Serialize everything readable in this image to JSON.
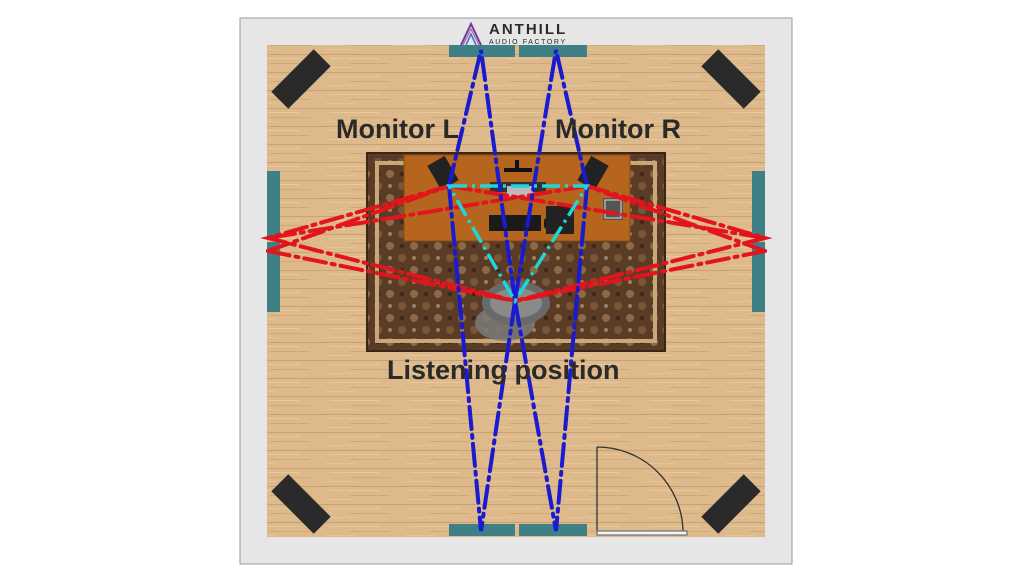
{
  "logo": {
    "name": "ANTHILL",
    "subtitle": "AUDIO FACTORY"
  },
  "labels": {
    "monitor_left": "Monitor L",
    "monitor_right": "Monitor R",
    "listening_position": "Listening position"
  },
  "colors": {
    "wall": "#e4e4e4",
    "floor": "#ddb98c",
    "acoustic_panel": "#3f7f86",
    "bass_trap": "#2a2a2a",
    "side_reflections": "#e3141c",
    "front_back_reflections": "#1a1ad0",
    "stereo_triangle": "#1fd6d6",
    "rug": "#6b4a30",
    "desk": "#b5651d"
  }
}
